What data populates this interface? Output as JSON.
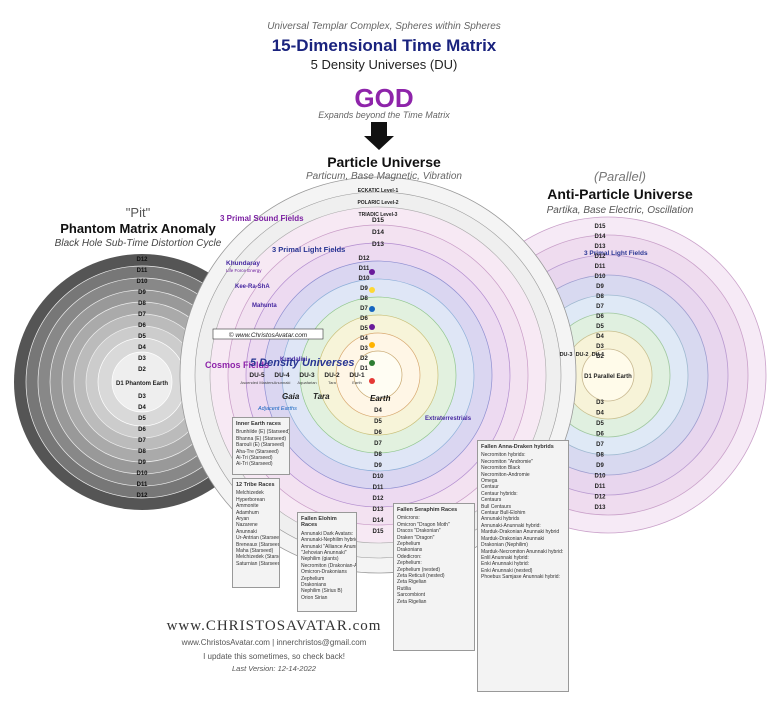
{
  "header": {
    "subtitle": "Universal Templar Complex, Spheres within Spheres",
    "title": "15-Dimensional Time Matrix",
    "du_line": "5 Density Universes (DU)",
    "god": "GOD",
    "god_sub": "Expands beyond the Time Matrix"
  },
  "particle_universe": {
    "title": "Particle Universe",
    "subtitle": "Particum, Base Magnetic, Vibration",
    "levels": [
      "ECKATIC Level-1",
      "POLARIC Level-2",
      "TRIADIC Level-3"
    ],
    "dims_outer": [
      "D15",
      "D14",
      "D13"
    ],
    "dims_inner": [
      "D12",
      "D11",
      "D10",
      "D9",
      "D8",
      "D7",
      "D6",
      "D5",
      "D4",
      "D3",
      "D2",
      "D1"
    ],
    "dims_lower": [
      "D4",
      "D5",
      "D6",
      "D7",
      "D8",
      "D9",
      "D10",
      "D11",
      "D12",
      "D13",
      "D14",
      "D15"
    ],
    "sound_fields": "3 Primal Sound Fields",
    "light_fields": "3 Primal Light Fields",
    "khundaray": "Khundaray",
    "khundaray_sub": "Life Force Energy",
    "kee_ra_shai": "Kee-Ra-ShA",
    "mahunta": "Mahunta",
    "kundalini": "Kundalini",
    "website_banner": "© www.ChristosAvatar.com",
    "cosmos_fields": "Cosmos Fields",
    "density": "5 Density Universes",
    "du_labels": [
      "DU-5",
      "DU-4",
      "DU-3",
      "DU-2",
      "DU-1"
    ],
    "du_subs": [
      "Ascended Masters",
      "Anunnaki",
      "Aquafarian",
      "Tara",
      "Earth"
    ],
    "gaia": "Gaia",
    "tara": "Tara",
    "earth": "Earth",
    "adjacent": "Adjacent Earths",
    "extraterrestrials": "Extraterrestrials"
  },
  "phantom": {
    "pit": "\"Pit\"",
    "title": "Phantom Matrix Anomaly",
    "subtitle": "Black Hole Sub-Time Distortion Cycle",
    "dims": [
      "D12",
      "D11",
      "D10",
      "D9",
      "D8",
      "D7",
      "D6",
      "D5",
      "D4",
      "D3",
      "D2"
    ],
    "center": "D1 Phantom Earth",
    "dims_lower": [
      "D3",
      "D4",
      "D5",
      "D6",
      "D7",
      "D8",
      "D9",
      "D10",
      "D11",
      "D12"
    ]
  },
  "anti_particle": {
    "parallel": "(Parallel)",
    "title": "Anti-Particle Universe",
    "subtitle": "Partika, Base Electric, Oscillation",
    "light_fields": "3 Primal Light Fields",
    "dims": [
      "D15",
      "D14",
      "D13",
      "D12",
      "D11",
      "D10",
      "D9",
      "D8",
      "D7",
      "D6",
      "D5",
      "D4",
      "D3",
      "D2"
    ],
    "center": "D1 Parallel Earth",
    "du_labels": [
      "DU-3",
      "DU-2",
      "DU-1"
    ],
    "dims_lower": [
      "D3",
      "D4",
      "D5",
      "D6",
      "D7",
      "D8",
      "D9",
      "D10",
      "D11",
      "D12",
      "D13"
    ]
  },
  "boxes": {
    "inner_earth": {
      "title": "Inner Earth races",
      "items": [
        "Brunhilde (E) (Starseed)",
        "Bhanna (E) (Starseed)",
        "Barouli (E) (Starseed)",
        "Aha-Tre (Starseed)",
        "Ai-Tri (Starseed)",
        "Ai-Tri (Starseed)"
      ]
    },
    "tie_races": {
      "title": "12 Tribe Races",
      "items": [
        "Melchizedek",
        "Hyperborean",
        "Ammonite",
        "Adamhum",
        "Aryan",
        "Nazarene",
        "Anunnaki",
        "Ur-Antrian (Starseed)",
        "Breneaux (Starseed)",
        "Maha (Starseed)",
        "Melchizedek (Starseed)",
        "Saturnian (Starseed)"
      ]
    },
    "fallen_elohim": {
      "title": "Fallen Elohim Races",
      "items": [
        "Annunaki Dark Avatars:",
        "Annunaki-Nephilim hybrids",
        "Annunaki \"Alliance Anunnaki\"",
        "\"Jehovian Anunnaki\"",
        "Nephilim (giants)",
        "Necromiton (Drakonian-Anunnaki)",
        "Omicron-Drakonians",
        "Zephelium",
        "Drakonians",
        "Nephilim (Sirius B)",
        "Orion Sirian"
      ]
    },
    "fallen_seraphim": {
      "title": "Fallen Seraphim Races",
      "items": [
        "Omicrons:",
        "Omicron \"Dragon Moth\"",
        "Dracos \"Drakonian\"",
        "Draken \"Dragon\"",
        "Zephelium",
        "Drakonians",
        "Odedicron:",
        "Zephelium:",
        "Zephelium (nested)",
        "Zeta Reticuli (nested)",
        "Zeta Rigelian",
        "Rutilia",
        "Sarcombiont",
        "Zeta Rigelian"
      ]
    },
    "fallen_hybrids": {
      "title": "Fallen Anna-Draken hybrids",
      "items": [
        "Necromiton hybrids:",
        "Necromiton \"Andromie\"",
        "Necromiton Black",
        "Necromiton-Andromie",
        "Omega",
        "Centaur",
        "Centaur hybrids:",
        "Centaurs",
        "Bull Centaurs",
        "Centaur Bull-Elohim",
        "Annunaki hybrids",
        "Annunaki-Anunnaki hybrid:",
        "Marduk-Drakonian Anunnaki hybrid",
        "Marduk-Drakonian Anunnaki",
        "Drakonian (Nephilim)",
        "Marduk-Necromiton Anunnaki hybrid:",
        "Enlil Anunnaki hybrid:",
        "Enki Anunnaki hybrid:",
        "Enki Anunnaki (nested)",
        "Phoebus Samjase Anunnaki hybrid:"
      ]
    }
  },
  "footer": {
    "logo": "www.CHRISTOSAVATAR.com",
    "links": "www.ChristosAvatar.com | innerchristos@gmail.com",
    "note": "I update this sometimes, so check back!",
    "version": "Last Version: 12-14-2022"
  }
}
